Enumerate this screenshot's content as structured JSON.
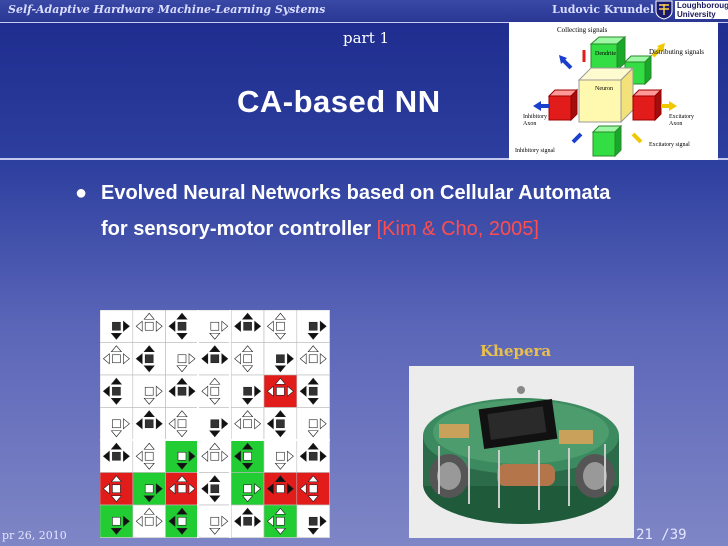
{
  "header": {
    "presentation_title": "Self-Adaptive Hardware Machine-Learning Systems",
    "author": "Ludovic Krundel",
    "logo_text_line1": "Loughborough",
    "logo_text_line2": "University"
  },
  "slide": {
    "part": "part 1",
    "title": "CA-based NN",
    "bullet_marker": "●",
    "bullet_text": "Evolved Neural Networks based on Cellular Automata for sensory-motor controller",
    "citation": "[Kim & Cho, 2005]"
  },
  "diagram": {
    "labels": {
      "collecting": "Collecting signals",
      "dendrite": "Dendrite",
      "distributing": "Distributing signals",
      "neuron": "Neuron",
      "inhibitory_axon_1": "Inhibitory",
      "inhibitory_axon_2": "Axon",
      "excitatory_axon_1": "Excitatory",
      "excitatory_axon_2": "Axon",
      "inhibitory_signal": "Inhibitory signal",
      "excitatory_signal": "Excitatory signal"
    }
  },
  "photo": {
    "label": "Khepera"
  },
  "footer": {
    "date": "pr 26, 2010",
    "page": "21  /39"
  },
  "colors": {
    "accent_red": "#ff4d4d",
    "cell_green": "#22cc33",
    "cell_red": "#e21b1b",
    "label_gold": "#e8c04a"
  }
}
